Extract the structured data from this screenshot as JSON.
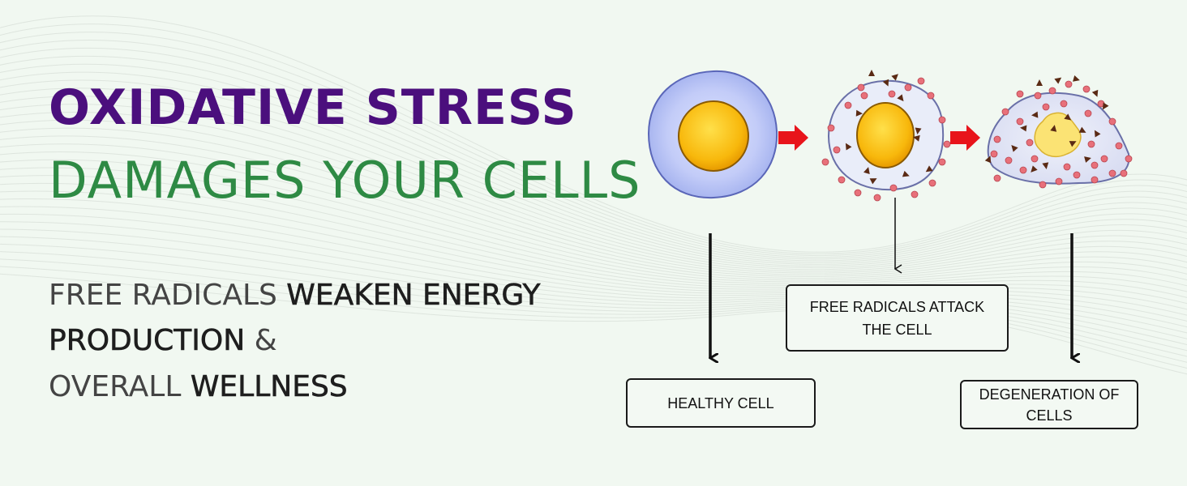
{
  "headline": {
    "line1": "OXIDATIVE STRESS",
    "line2": "DAMAGES YOUR CELLS"
  },
  "subtext": {
    "line1_light": "FREE RADICALS ",
    "line1_bold": "WEAKEN ENERGY",
    "line2_bold": "PRODUCTION ",
    "line2_light": "&",
    "line3_light": "OVERALL ",
    "line3_bold": "WELLNESS"
  },
  "labels": {
    "healthy": "HEALTHY CELL",
    "attack_line1": "FREE RADICALS ATTACK",
    "attack_line2": "THE CELL",
    "degeneration_line1": "DEGENERATION OF",
    "degeneration_line2": "CELLS"
  },
  "colors": {
    "headline_purple": "#4b0f7d",
    "headline_green": "#2e8a44",
    "arrow_red": "#e8141b",
    "cell_membrane": "#b8c4f4",
    "nucleus": "#f7b80d",
    "radical": "#e8707a"
  }
}
